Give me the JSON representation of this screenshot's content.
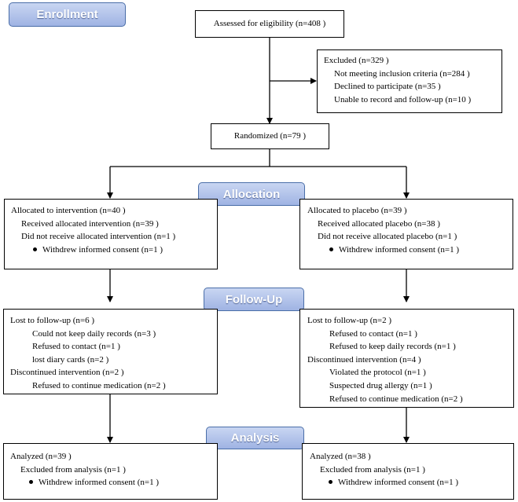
{
  "stages": {
    "enrollment": "Enrollment",
    "allocation": "Allocation",
    "followup": "Follow-Up",
    "analysis": "Analysis"
  },
  "assessed": "Assessed for eligibility (n=408  )",
  "excluded": {
    "title": "Excluded  (n=329   )",
    "items": [
      "Not meeting inclusion criteria (n=284  )",
      "Declined to participate (n=35  )",
      "Unable to record and follow-up (n=10 )"
    ]
  },
  "randomized": "Randomized (n=79  )",
  "allocation": {
    "left": {
      "title": "Allocated to intervention (n=40  )",
      "received": "Received allocated intervention (n=39  )",
      "not_received": "Did not receive allocated intervention (n=1  )",
      "withdrew": "Withdrew informed consent (n=1  )"
    },
    "right": {
      "title": "Allocated to placebo (n=39  )",
      "received": "Received allocated placebo (n=38  )",
      "not_received": "Did not receive allocated placebo (n=1  )",
      "withdrew": "Withdrew informed consent (n=1  )"
    }
  },
  "followup": {
    "left": {
      "lost": "Lost to follow-up (n=6  )",
      "lost_items": [
        "Could not keep daily records (n=3 )",
        "Refused to contact (n=1 )",
        "lost diary cards (n=2 )"
      ],
      "discontinued": "Discontinued intervention (n=2  )",
      "disc_items": [
        "Refused to continue medication (n=2 )"
      ]
    },
    "right": {
      "lost": "Lost to follow-up (n=2  )",
      "lost_items": [
        "Refused to contact (n=1 )",
        "Refused to keep daily records (n=1 )"
      ],
      "discontinued": "Discontinued intervention (n=4  )",
      "disc_items": [
        "Violated the protocol (n=1  )",
        "Suspected drug allergy (n=1 )",
        "Refused to continue medication (n=2 )"
      ]
    }
  },
  "analysis": {
    "left": {
      "title": "Analyzed  (n=39  )",
      "excluded": "Excluded from analysis (n=1  )",
      "withdrew": "Withdrew informed consent (n=1  )"
    },
    "right": {
      "title": "Analyzed  (n=38  )",
      "excluded": "Excluded from analysis (n=1  )",
      "withdrew": "Withdrew informed consent (n=1  )"
    }
  }
}
